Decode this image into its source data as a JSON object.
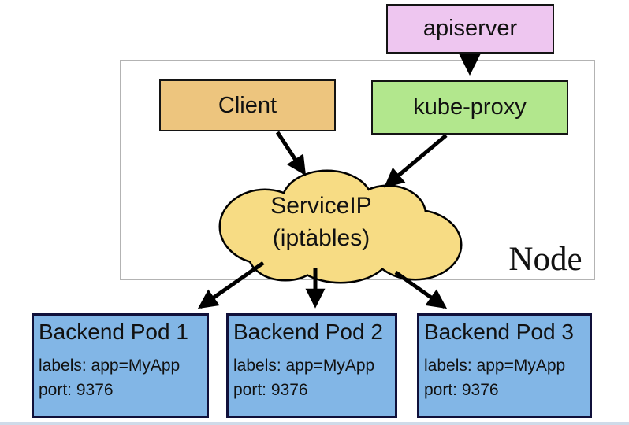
{
  "diagram": {
    "apiserver": {
      "label": "apiserver",
      "fill": "#eec6f0"
    },
    "client": {
      "label": "Client",
      "fill": "#edc57e"
    },
    "kube_proxy": {
      "label": "kube-proxy",
      "fill": "#b2e78d"
    },
    "node": {
      "label": "Node",
      "border_color": "#b3b3b3"
    },
    "service": {
      "line1": "ServiceIP",
      "line2": "(iptables)",
      "fill": "#f7dc84"
    },
    "pods": [
      {
        "title": "Backend Pod 1",
        "labels_line": "labels: app=MyApp",
        "port_line": "port: 9376"
      },
      {
        "title": "Backend Pod 2",
        "labels_line": "labels: app=MyApp",
        "port_line": "port: 9376"
      },
      {
        "title": "Backend Pod 3",
        "labels_line": "labels: app=MyApp",
        "port_line": "port: 9376"
      }
    ],
    "pod_fill": "#82b6e6",
    "arrow_color": "#000000"
  }
}
